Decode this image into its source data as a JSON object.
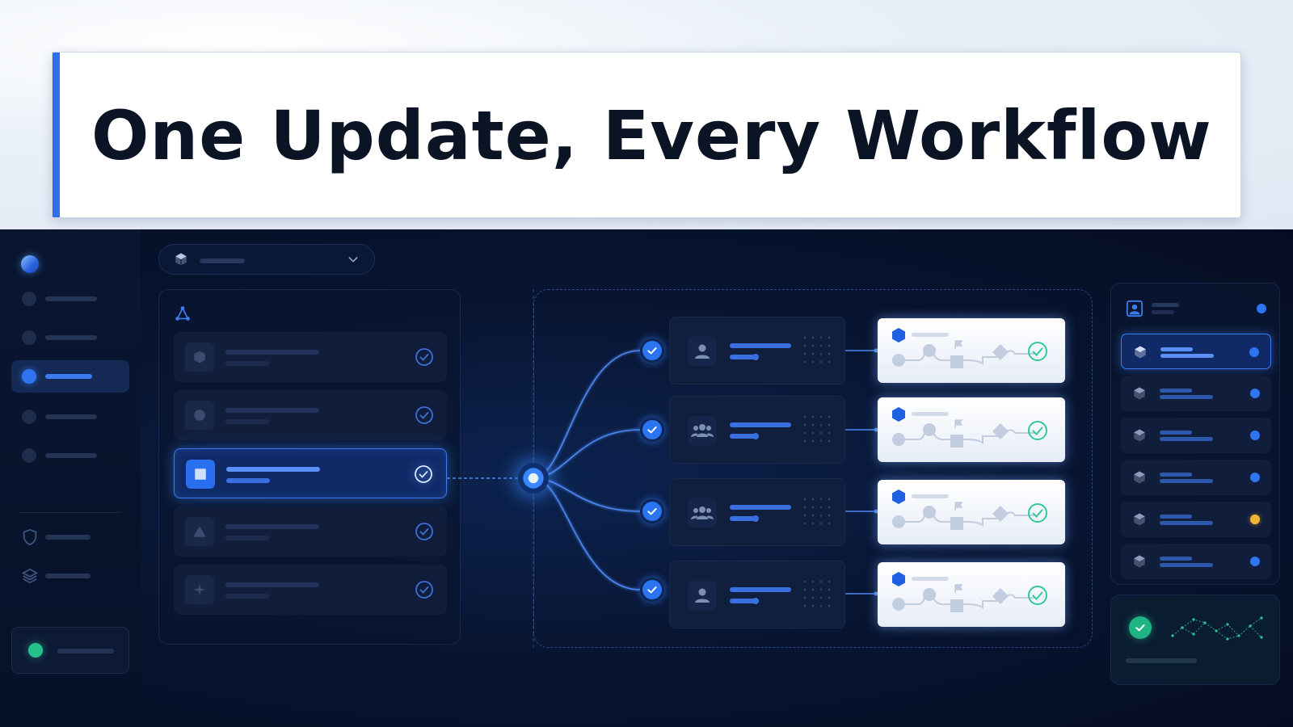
{
  "header": {
    "title": "One Update, Every Workflow"
  },
  "colors": {
    "accent": "#2f6fe8",
    "active_glow": "#3b7cf2",
    "success": "#26c28b",
    "warning": "#f2b533",
    "app_background": "#081634"
  },
  "icons": {
    "logo": "app-logo",
    "selector": "cube-icon",
    "selector_toggle": "chevron-down-icon",
    "steps_panel": "graph-nodes-icon",
    "nav_bottom": [
      "shield-icon",
      "layers-icon"
    ],
    "step_shapes": [
      "hexagon-icon",
      "circle-icon",
      "square-icon",
      "triangle-icon",
      "sparkle-icon"
    ],
    "step_status": "check-circle-icon",
    "recipients": [
      "user-icon",
      "users-icon",
      "users-icon",
      "user-icon"
    ],
    "right_panel_header": "user-avatar-icon",
    "right_panel_items": "cube-icon",
    "health": "check-icon"
  },
  "sidebar": {
    "active_index": 2,
    "item_count": 5
  },
  "steps": {
    "active_index": 2,
    "count": 5
  },
  "flow": {
    "branch_count": 4,
    "statuses": [
      "done",
      "done",
      "done",
      "done"
    ]
  },
  "right_panel": {
    "item_count": 6,
    "active_index": 0,
    "item_status": [
      "active",
      "ok",
      "ok",
      "ok",
      "warning",
      "ok"
    ]
  }
}
